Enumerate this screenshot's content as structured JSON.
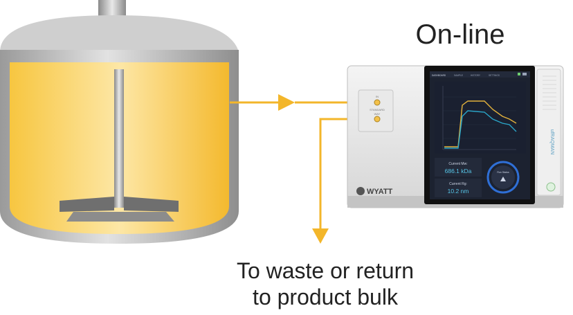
{
  "heading": "On-line",
  "caption": {
    "line1": "To waste or return",
    "line2": "to product bulk"
  },
  "instrument": {
    "brand": "WYATT",
    "side_label": "ufRAQMAN",
    "port_labels": [
      "IN",
      "STANDARD",
      "WAY"
    ],
    "tabs": [
      "DASHBOARD",
      "SAMPLE",
      "HISTORY",
      "SETTINGS"
    ],
    "readout_mw_label": "Current Mw:",
    "readout_mw_value": "686.1 kDa",
    "readout_rg_label": "Current Rg:",
    "readout_rg_value": "10.2 nm",
    "run_button_label": "Run Status",
    "trace_colors": [
      "#e3b23c",
      "#2aa6c9"
    ]
  },
  "colors": {
    "liquid": "#f6c443",
    "flow_line": "#f3b62a",
    "vessel": "#b9b9b9",
    "screen": "#1c2230"
  }
}
